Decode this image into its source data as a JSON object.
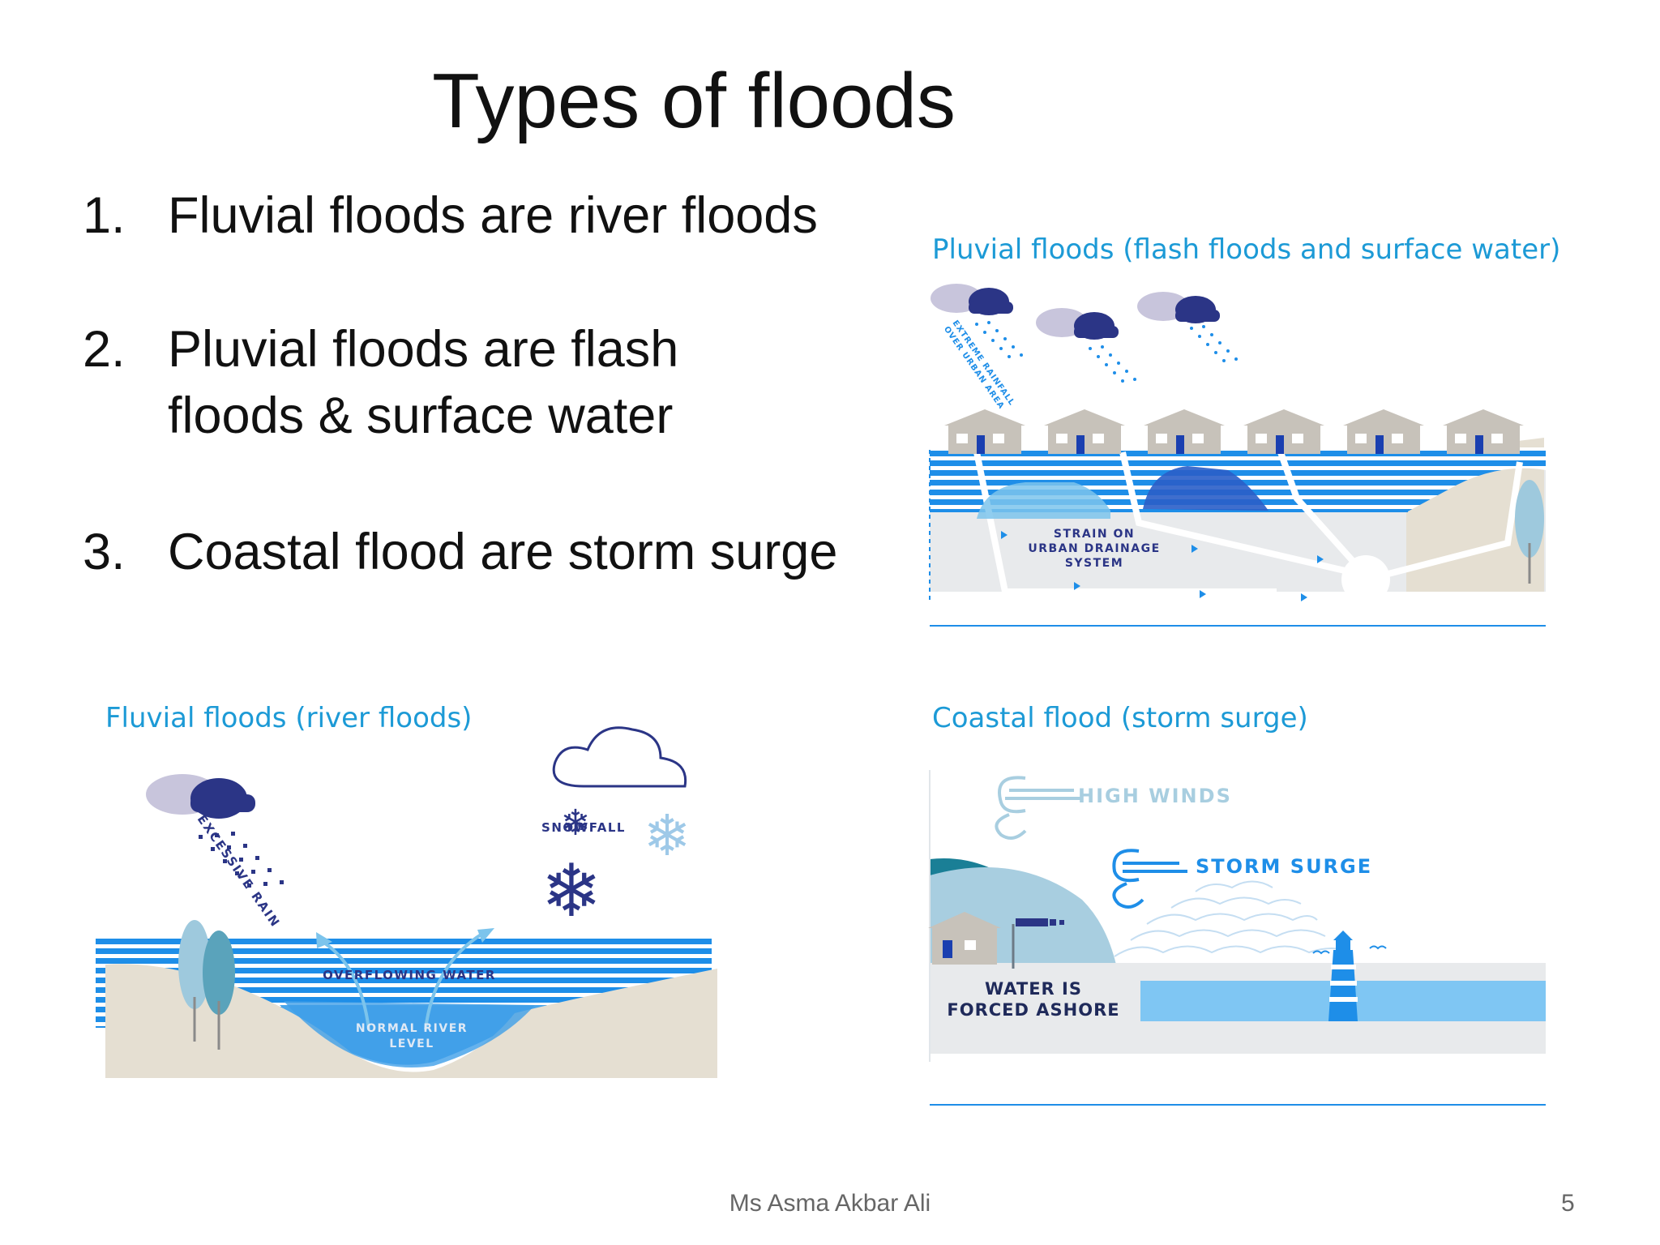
{
  "slide": {
    "title": "Types of floods",
    "items": [
      {
        "number": "1.",
        "lines": [
          "Fluvial floods are river floods"
        ]
      },
      {
        "number": "2.",
        "lines": [
          "Pluvial floods are flash",
          "floods &  surface water"
        ]
      },
      {
        "number": "3.",
        "lines": [
          "Coastal flood are storm surge"
        ]
      }
    ],
    "footer": {
      "author": "Ms Asma Akbar Ali",
      "page_number": "5"
    }
  },
  "diagrams": {
    "pluvial": {
      "title": "Pluvial floods (flash floods and surface water)",
      "rain_label": [
        "EXTREME RAINFALL",
        "OVER URBAN AREA"
      ],
      "drainage_label": [
        "STRAIN ON",
        "URBAN DRAINAGE",
        "SYSTEM"
      ]
    },
    "fluvial": {
      "title": "Fluvial floods (river floods)",
      "rain_label": "EXCESSIVE RAIN",
      "snow_label": "SNOWFALL",
      "overflow_label": "OVERFLOWING WATER",
      "normal_label": [
        "NORMAL RIVER",
        "LEVEL"
      ]
    },
    "coastal": {
      "title": "Coastal flood (storm surge)",
      "winds_label": "HIGH WINDS",
      "surge_label": "STORM SURGE",
      "ashore_label": [
        "WATER IS",
        "FORCED ASHORE"
      ]
    }
  },
  "colors": {
    "accent_blue": "#1c9ad6",
    "water_blue": "#1e8ee8",
    "navy": "#2b3586",
    "cloud_lavender": "#c8c5dc",
    "ground": "#e5dfd2",
    "house_gray": "#c7c2ba"
  }
}
